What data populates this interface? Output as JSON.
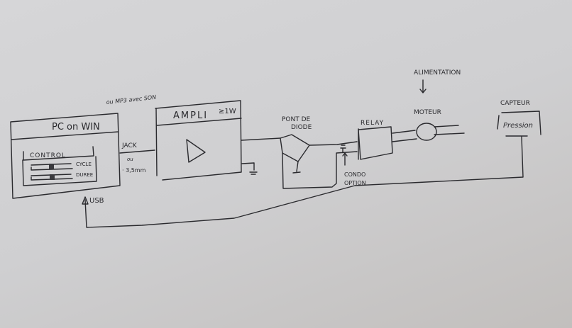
{
  "diagram": {
    "type": "hand-drawn block diagram (whiteboard photo)",
    "blocks": {
      "pc": {
        "title": "PC on WIN",
        "panel_title": "CONTROL",
        "sliders": [
          {
            "label": "CYCLE"
          },
          {
            "label": "DUREE"
          }
        ]
      },
      "ampli": {
        "title": "AMPLI",
        "power": "≥1W"
      },
      "bridge": {
        "label_line1": "PONT DE",
        "label_line2": "DIODE"
      },
      "relay": {
        "label": "RELAY"
      },
      "motor": {
        "label": "MOTEUR"
      },
      "sensor": {
        "label": "CAPTEUR",
        "inner": "Pression"
      }
    },
    "annotations": {
      "mp3": "ou MP3 avec SON",
      "jack": "JACK",
      "jack_ou": "ou",
      "jack_size": "· 3,5mm",
      "usb": "USB",
      "alimentation": "ALIMENTATION",
      "condo_line1": "CONDO",
      "condo_line2": "OPTION"
    },
    "connections": [
      {
        "from": "pc",
        "to": "ampli",
        "via": "JACK 3,5mm"
      },
      {
        "from": "ampli",
        "to": "bridge"
      },
      {
        "from": "bridge",
        "to": "relay",
        "note": "CONDO OPTION"
      },
      {
        "from": "relay",
        "to": "motor"
      },
      {
        "from": "alimentation",
        "to": "motor"
      },
      {
        "from": "sensor",
        "to": "pc",
        "via": "USB"
      }
    ],
    "colors": {
      "ink": "#2a2a2e",
      "board": "#d3d3d5"
    }
  }
}
